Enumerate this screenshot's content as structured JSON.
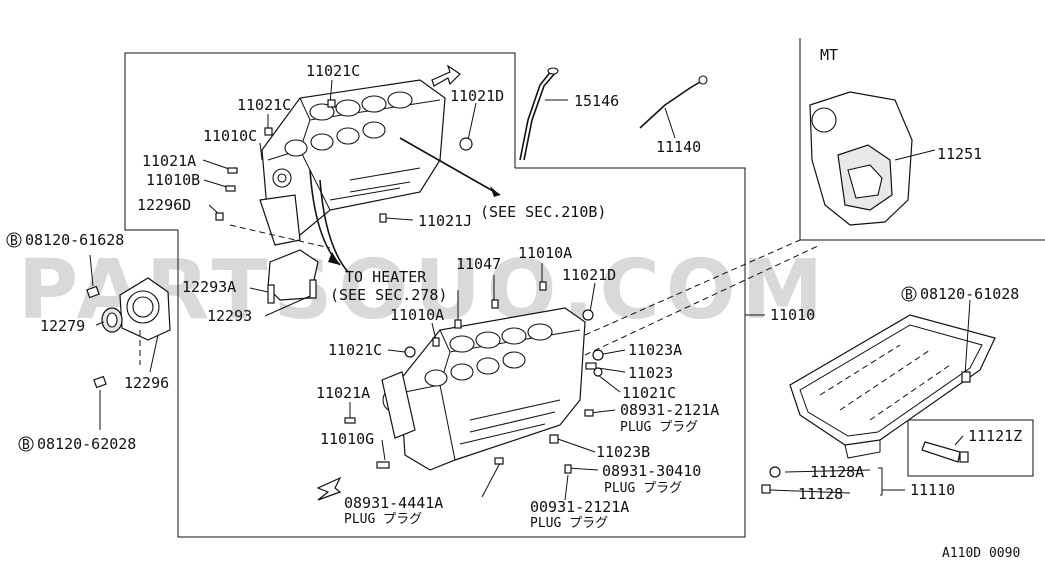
{
  "watermark": "PARTSOUQ.COM",
  "drawing_code": "A110D 0090",
  "mt_label": "MT",
  "callouts": {
    "c11021C_top": "11021C",
    "c11021C_mid": "11021C",
    "c11021D_top": "11021D",
    "c15146": "15146",
    "c11140": "11140",
    "c11251": "11251",
    "c11010C": "11010C",
    "c11021A_top": "11021A",
    "c11010B": "11010B",
    "c12296D": "12296D",
    "c11021J": "11021J",
    "see_sec_210b": "(SEE SEC.210B)",
    "to_heater": "TO HEATER",
    "see_sec_278": "(SEE SEC.278)",
    "b_08120_61628": "08120-61628",
    "b_08120_61028": "08120-61028",
    "b_08120_62028": "08120-62028",
    "bolt_marker": "B",
    "c12293A": "12293A",
    "c12293": "12293",
    "c12279": "12279",
    "c12296": "12296",
    "c11047": "11047",
    "c11010A_top": "11010A",
    "c11021D_mid": "11021D",
    "c11010": "11010",
    "c11010A_mid": "11010A",
    "c11021C_low": "11021C",
    "c11023A": "11023A",
    "c11023": "11023",
    "c11021C_right": "11021C",
    "c11021A_low": "11021A",
    "c11010G": "11010G",
    "c08931_2121A": "08931-2121A",
    "plug_1": "PLUG プラグ",
    "c11023B": "11023B",
    "c08931_30410": "08931-30410",
    "plug_2": "PLUG プラグ",
    "c08931_4441A": "08931-4441A",
    "plug_3": "PLUG プラグ",
    "c00931_2121A": "00931-2121A",
    "plug_4": "PLUG プラグ",
    "c11121Z": "11121Z",
    "c11128A": "11128A",
    "c11128": "11128",
    "c11110": "11110"
  }
}
